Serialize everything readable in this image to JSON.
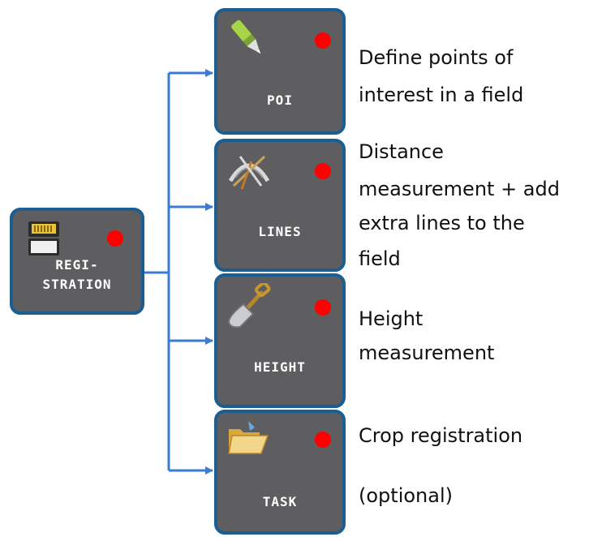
{
  "registration": {
    "label_line1": "REGI-",
    "label_line2": "STRATION",
    "icon": "storage-card-icon"
  },
  "modules": [
    {
      "id": "poi",
      "label": "POI",
      "icon": "marker-pen-icon",
      "description": [
        "Define points of",
        "interest in a field"
      ]
    },
    {
      "id": "lines",
      "label": "LINES",
      "icon": "measuring-compass-icon",
      "description": [
        "Distance",
        "measurement + add",
        "extra lines to the",
        "field"
      ]
    },
    {
      "id": "height",
      "label": "HEIGHT",
      "icon": "shovel-icon",
      "description": [
        "Height",
        "measurement"
      ]
    },
    {
      "id": "task",
      "label": "TASK",
      "icon": "open-folder-icon",
      "description": [
        "Crop registration",
        "(optional)"
      ]
    }
  ],
  "colors": {
    "tile_bg": "#5e5e60",
    "tile_border": "#1b5e92",
    "status_dot": "#ff0000",
    "connector": "#3a7bd5"
  }
}
